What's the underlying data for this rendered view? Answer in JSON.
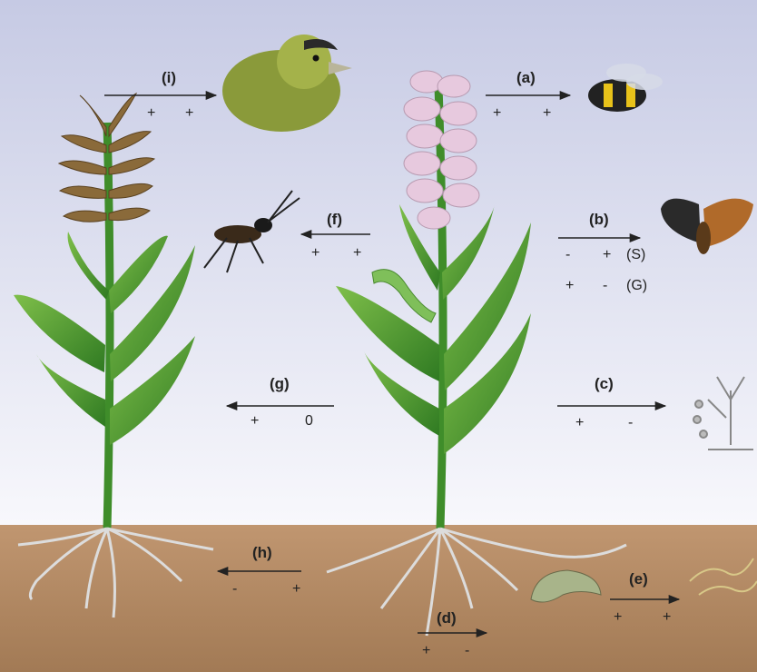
{
  "interactions": [
    {
      "label": "(i)",
      "signs": [
        "+",
        "+"
      ]
    },
    {
      "label": "(a)",
      "signs": [
        "+",
        "+"
      ]
    },
    {
      "label": "(f)",
      "signs": [
        "+",
        "+"
      ]
    },
    {
      "label": "(b)",
      "signs": [
        "-",
        "+"
      ],
      "tag": "(S)",
      "signs2": [
        "+",
        "-"
      ],
      "tag2": "(G)"
    },
    {
      "label": "(g)",
      "signs": [
        "+",
        "0"
      ]
    },
    {
      "label": "(c)",
      "signs": [
        "+",
        "-"
      ]
    },
    {
      "label": "(h)",
      "signs": [
        "-",
        "+"
      ]
    },
    {
      "label": "(e)",
      "signs": [
        "+",
        "+"
      ]
    },
    {
      "label": "(d)",
      "signs": [
        "+",
        "-"
      ]
    }
  ],
  "colors": {
    "sky_top": "#c9cde6",
    "sky_bottom": "#f7f7fb",
    "soil": "#b08660",
    "leaf": "#3f8f2a",
    "root": "#dcdcdc"
  }
}
